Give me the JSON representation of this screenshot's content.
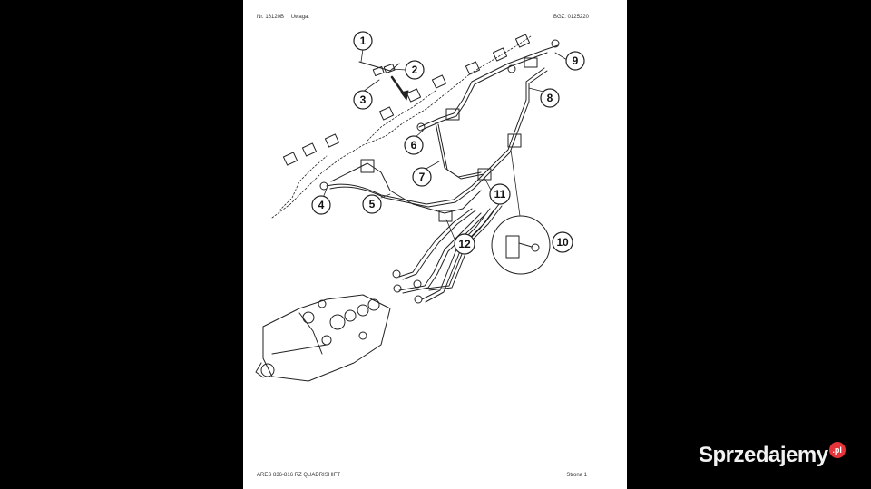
{
  "header": {
    "number": "Nr. 16120B",
    "note": "Uwaga:",
    "bgz": "BGZ: 0125220"
  },
  "footer": {
    "model": "ARES 836-816 RZ QUADRISHIFT",
    "page": "Strona 1"
  },
  "callouts": [
    "1",
    "2",
    "3",
    "4",
    "5",
    "6",
    "7",
    "8",
    "9",
    "10",
    "11",
    "12"
  ],
  "watermark": {
    "text": "Sprzedajemy",
    "suffix": ".pl",
    "accent": "#e5343a"
  }
}
